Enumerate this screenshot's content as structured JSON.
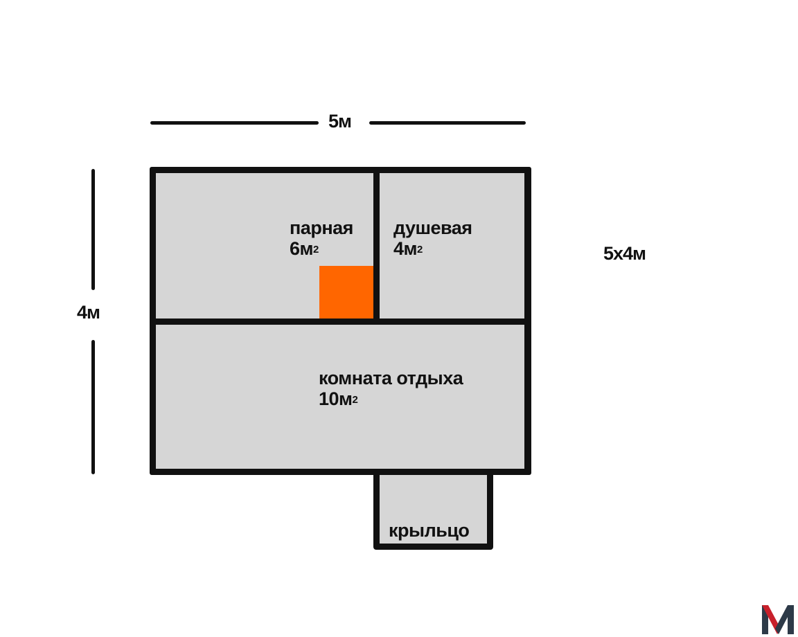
{
  "dimensions": {
    "width": "5м",
    "height": "4м",
    "size": "5x4м"
  },
  "rooms": {
    "steam": {
      "name": "парная",
      "area": "6м",
      "sup": "2"
    },
    "shower": {
      "name": "душевая",
      "area": "4м",
      "sup": "2"
    },
    "rest": {
      "name": "комната отдыха",
      "area": "10м",
      "sup": "2"
    },
    "porch": {
      "name": "крыльцо"
    }
  },
  "colors": {
    "wall": "#111111",
    "room": "#d6d6d6",
    "stove": "#ff6600",
    "logo_red": "#c8202b",
    "logo_dark": "#2d3a48"
  },
  "icons": {
    "logo": "brand-m-logo"
  }
}
